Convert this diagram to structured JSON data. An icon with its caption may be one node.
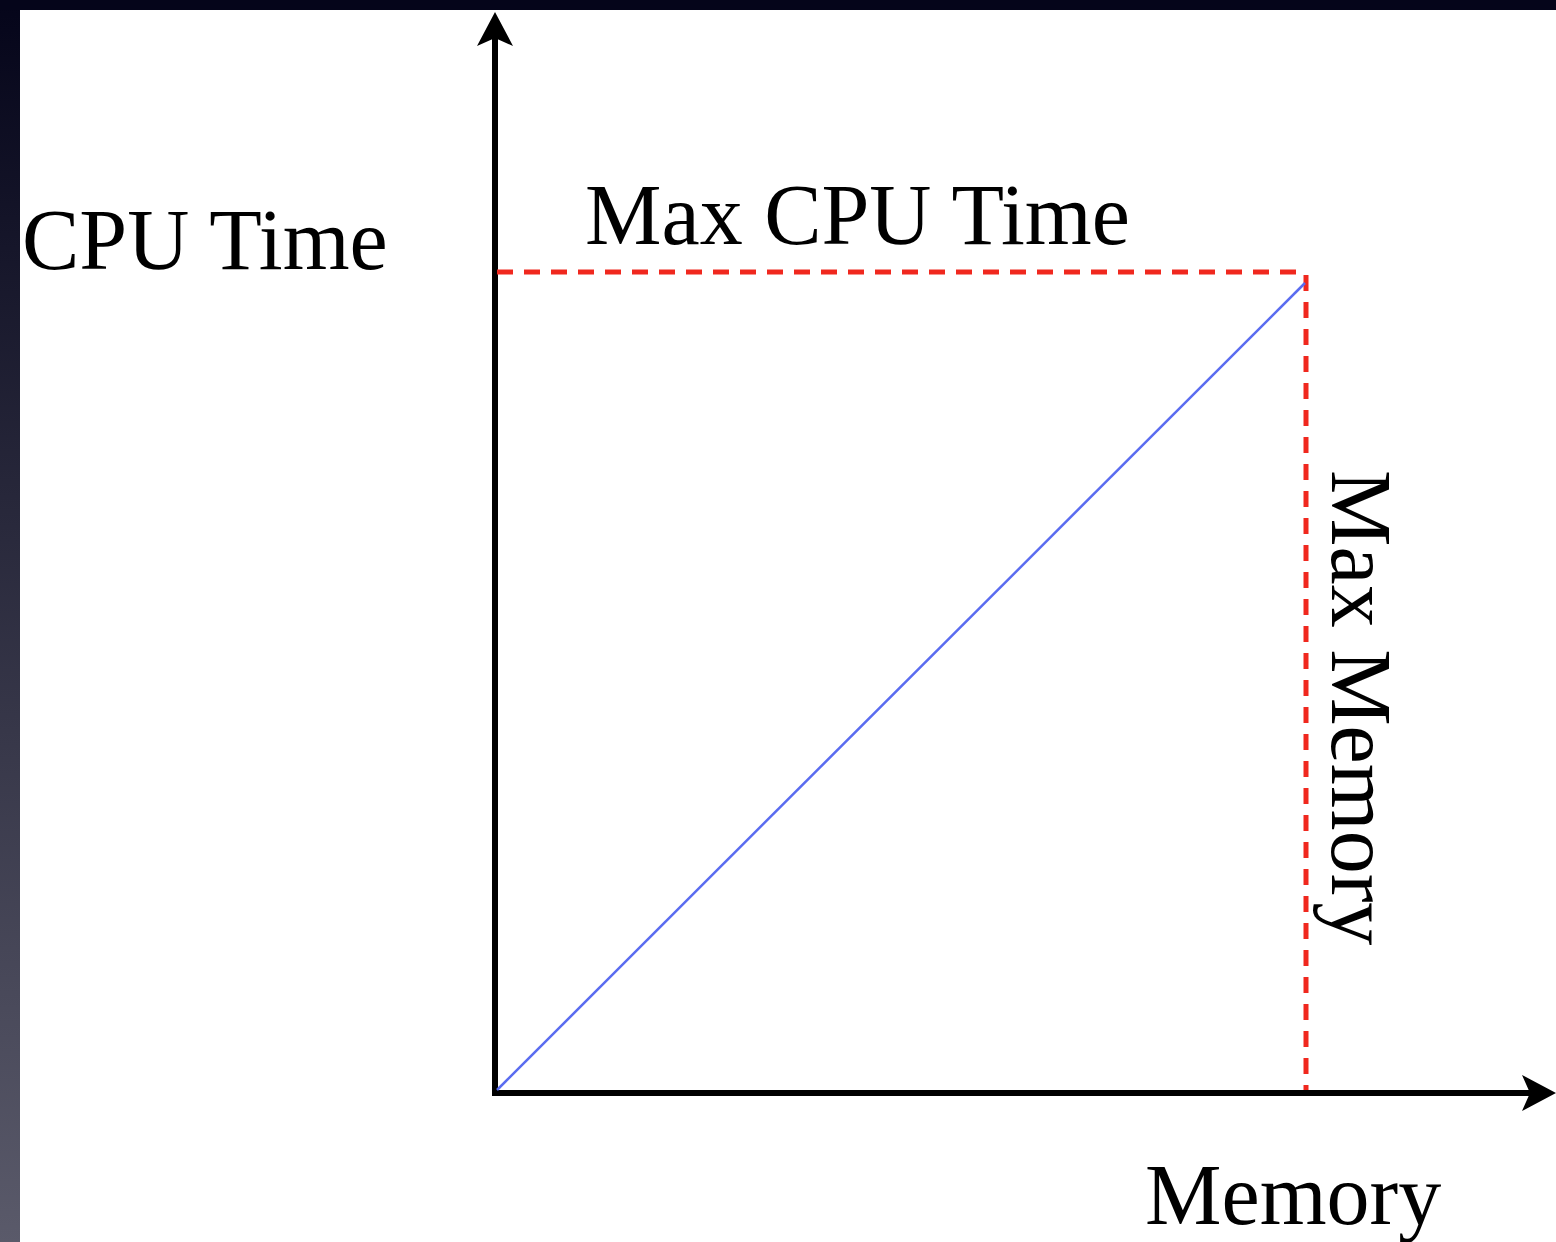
{
  "diagram": {
    "labels": [
      "CPU Time",
      "Max CPU Time",
      "Max Memory",
      "Memory"
    ]
  }
}
